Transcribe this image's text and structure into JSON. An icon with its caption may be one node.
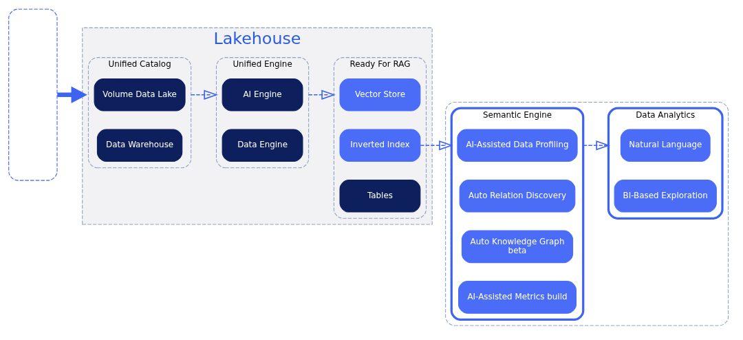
{
  "diagram": {
    "nodes": [
      {
        "text": [],
        "shape": "box"
      },
      {
        "text": [
          "Lakehouse"
        ]
      },
      {
        "text": [
          "Unified Catalog"
        ],
        "in": 1
      },
      {
        "text": [
          "Volume Data Lake"
        ],
        "in": 2
      },
      {
        "text": [
          "Data Warehouse"
        ],
        "in": 2
      },
      {
        "text": [
          "Unified Engine"
        ],
        "in": 1
      },
      {
        "text": [
          "AI Engine"
        ],
        "in": 5
      },
      {
        "text": [
          "Data Engine"
        ],
        "in": 5
      },
      {
        "text": [
          "Ready For RAG"
        ],
        "in": 1
      },
      {
        "text": [
          "Vector Store"
        ],
        "in": 8
      },
      {
        "text": [
          "Inverted Index"
        ],
        "in": 8
      },
      {
        "text": [
          "Tables"
        ],
        "in": 8
      },
      {
        "text": [],
        "shape": "box"
      },
      {
        "text": [
          "Semantic Engine"
        ],
        "in": 12
      },
      {
        "text": [
          "AI-Assisted Data Profiling"
        ],
        "in": 13
      },
      {
        "text": [
          "Auto Relation Discovery"
        ],
        "in": 13
      },
      {
        "text": [
          "Auto Knowledge Graph",
          "beta"
        ],
        "in": 13
      },
      {
        "text": [
          "AI-Assisted Metrics build"
        ],
        "in": 13
      },
      {
        "text": [
          "Data Analytics"
        ],
        "in": 12
      },
      {
        "text": [
          "Natural Language"
        ],
        "in": 18
      },
      {
        "text": [
          "BI-Based Exploration"
        ],
        "in": 18
      }
    ],
    "edges": [
      {
        "from": 0,
        "to": 1,
        "arrow": "to",
        "style": "thick"
      },
      {
        "from": 2,
        "to": 5,
        "arrow": "to",
        "style": "dashed"
      },
      {
        "from": 5,
        "to": 8,
        "arrow": "to",
        "style": "dashed"
      },
      {
        "from": 10,
        "to": 13,
        "arrow": "to",
        "style": "dashed"
      },
      {
        "from": 13,
        "to": 18,
        "arrow": "to",
        "style": "dashed"
      }
    ]
  }
}
